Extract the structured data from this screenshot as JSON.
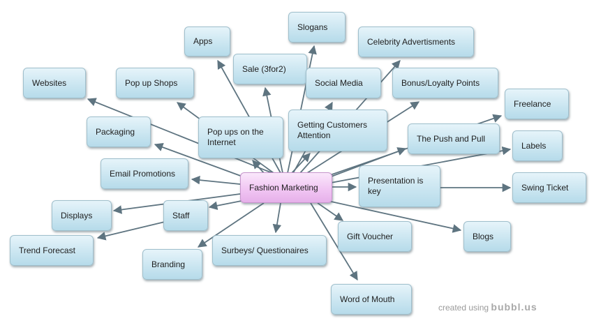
{
  "diagram": {
    "center": {
      "id": "fashion-marketing",
      "label": "Fashion Marketing"
    },
    "nodes": [
      {
        "id": "websites",
        "label": "Websites"
      },
      {
        "id": "pop-up-shops",
        "label": "Pop up Shops"
      },
      {
        "id": "apps",
        "label": "Apps"
      },
      {
        "id": "sale-3for2",
        "label": "Sale (3for2)"
      },
      {
        "id": "slogans",
        "label": "Slogans"
      },
      {
        "id": "celebrity-advertisments",
        "label": "Celebrity Advertisments"
      },
      {
        "id": "social-media",
        "label": "Social Media"
      },
      {
        "id": "bonus-loyalty-points",
        "label": "Bonus/Loyalty Points"
      },
      {
        "id": "packaging",
        "label": "Packaging"
      },
      {
        "id": "pop-ups-on-the-internet",
        "label": "Pop ups on the Internet"
      },
      {
        "id": "getting-customers-attention",
        "label": "Getting Customers Attention"
      },
      {
        "id": "freelance",
        "label": "Freelance"
      },
      {
        "id": "the-push-and-pull",
        "label": "The Push and Pull"
      },
      {
        "id": "labels",
        "label": "Labels"
      },
      {
        "id": "email-promotions",
        "label": "Email Promotions"
      },
      {
        "id": "presentation-is-key",
        "label": "Presentation is key"
      },
      {
        "id": "swing-ticket",
        "label": "Swing Ticket"
      },
      {
        "id": "displays",
        "label": "Displays"
      },
      {
        "id": "staff",
        "label": "Staff"
      },
      {
        "id": "trend-forecast",
        "label": "Trend Forecast"
      },
      {
        "id": "gift-voucher",
        "label": "Gift Voucher"
      },
      {
        "id": "blogs",
        "label": "Blogs"
      },
      {
        "id": "branding",
        "label": "Branding"
      },
      {
        "id": "surveys-questionaires",
        "label": "Surbeys/ Questionaires"
      },
      {
        "id": "word-of-mouth",
        "label": "Word of Mouth"
      }
    ],
    "edges": [
      [
        "fashion-marketing",
        "websites"
      ],
      [
        "fashion-marketing",
        "pop-up-shops"
      ],
      [
        "fashion-marketing",
        "apps"
      ],
      [
        "fashion-marketing",
        "sale-3for2"
      ],
      [
        "fashion-marketing",
        "slogans"
      ],
      [
        "fashion-marketing",
        "celebrity-advertisments"
      ],
      [
        "fashion-marketing",
        "social-media"
      ],
      [
        "fashion-marketing",
        "bonus-loyalty-points"
      ],
      [
        "fashion-marketing",
        "packaging"
      ],
      [
        "fashion-marketing",
        "pop-ups-on-the-internet"
      ],
      [
        "fashion-marketing",
        "getting-customers-attention"
      ],
      [
        "fashion-marketing",
        "freelance"
      ],
      [
        "fashion-marketing",
        "the-push-and-pull"
      ],
      [
        "fashion-marketing",
        "labels"
      ],
      [
        "fashion-marketing",
        "email-promotions"
      ],
      [
        "fashion-marketing",
        "presentation-is-key"
      ],
      [
        "presentation-is-key",
        "swing-ticket"
      ],
      [
        "fashion-marketing",
        "displays"
      ],
      [
        "fashion-marketing",
        "staff"
      ],
      [
        "staff",
        "trend-forecast"
      ],
      [
        "fashion-marketing",
        "gift-voucher"
      ],
      [
        "fashion-marketing",
        "blogs"
      ],
      [
        "fashion-marketing",
        "branding"
      ],
      [
        "fashion-marketing",
        "surveys-questionaires"
      ],
      [
        "fashion-marketing",
        "word-of-mouth"
      ]
    ],
    "colors": {
      "node_fill": "#cbe6f1",
      "center_fill": "#f1c6f3",
      "connector": "#5e7480"
    }
  },
  "footer": {
    "created_text": "created using",
    "brand": "bubbl.us"
  }
}
